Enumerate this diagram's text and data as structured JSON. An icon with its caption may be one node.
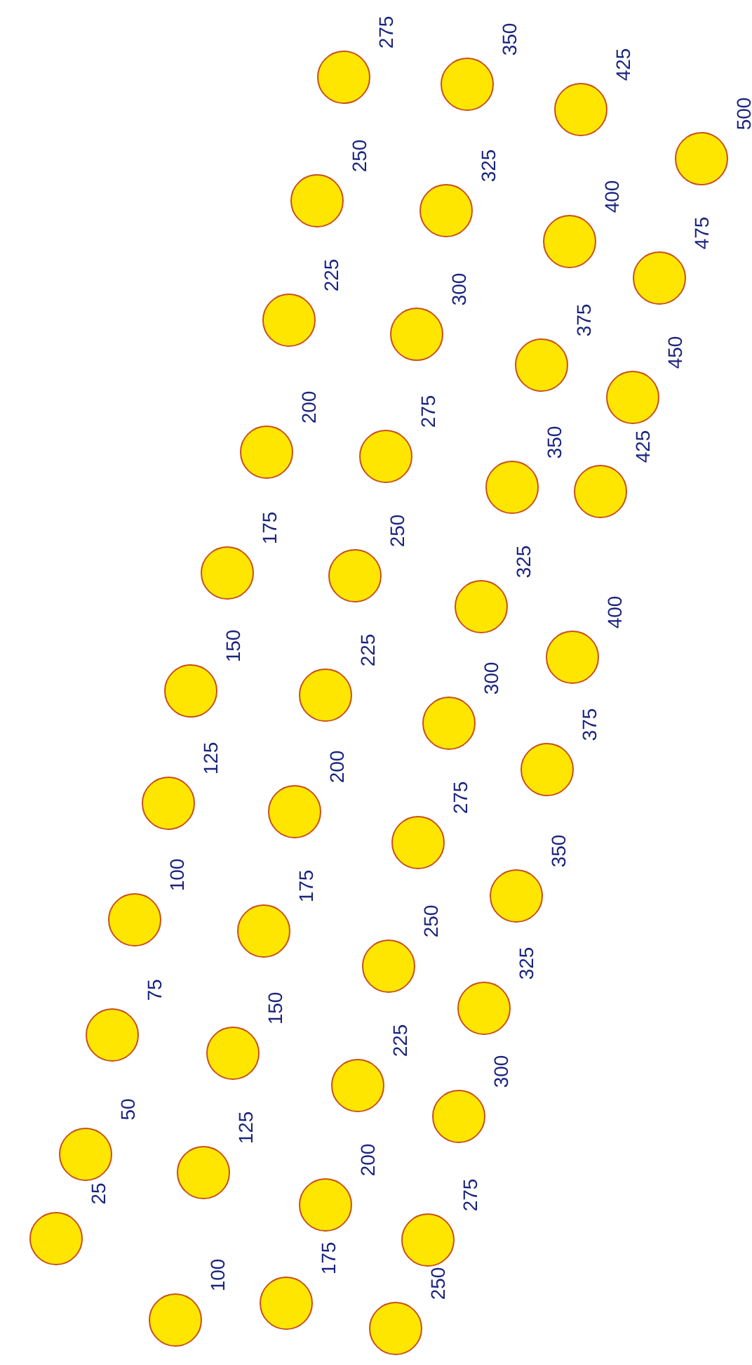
{
  "diagram": {
    "nodes": [
      {
        "text": [],
        "shape": "circle",
        "beside": [
          "25"
        ]
      },
      {
        "text": [],
        "shape": "circle",
        "beside": [
          "50"
        ]
      },
      {
        "text": [],
        "shape": "circle",
        "beside": [
          "75"
        ]
      },
      {
        "text": [],
        "shape": "circle",
        "beside": [
          "100"
        ]
      },
      {
        "text": [],
        "shape": "circle",
        "beside": [
          "125"
        ]
      },
      {
        "text": [],
        "shape": "circle",
        "beside": [
          "150"
        ]
      },
      {
        "text": [],
        "shape": "circle",
        "beside": [
          "175"
        ]
      },
      {
        "text": [],
        "shape": "circle",
        "beside": [
          "200"
        ]
      },
      {
        "text": [],
        "shape": "circle",
        "beside": [
          "225"
        ]
      },
      {
        "text": [],
        "shape": "circle",
        "beside": [
          "250"
        ]
      },
      {
        "text": [],
        "shape": "circle",
        "beside": [
          "275"
        ]
      },
      {
        "text": [],
        "shape": "circle",
        "beside": [
          "100"
        ]
      },
      {
        "text": [],
        "shape": "circle",
        "beside": [
          "125"
        ]
      },
      {
        "text": [],
        "shape": "circle",
        "beside": [
          "150"
        ]
      },
      {
        "text": [],
        "shape": "circle",
        "beside": [
          "175"
        ]
      },
      {
        "text": [],
        "shape": "circle",
        "beside": [
          "200"
        ]
      },
      {
        "text": [],
        "shape": "circle",
        "beside": [
          "225"
        ]
      },
      {
        "text": [],
        "shape": "circle",
        "beside": [
          "250"
        ]
      },
      {
        "text": [],
        "shape": "circle",
        "beside": [
          "275"
        ]
      },
      {
        "text": [],
        "shape": "circle",
        "beside": [
          "300"
        ]
      },
      {
        "text": [],
        "shape": "circle",
        "beside": [
          "325"
        ]
      },
      {
        "text": [],
        "shape": "circle",
        "beside": [
          "350"
        ]
      },
      {
        "text": [],
        "shape": "circle",
        "beside": [
          "175"
        ]
      },
      {
        "text": [],
        "shape": "circle",
        "beside": [
          "200"
        ]
      },
      {
        "text": [],
        "shape": "circle",
        "beside": [
          "225"
        ]
      },
      {
        "text": [],
        "shape": "circle",
        "beside": [
          "250"
        ]
      },
      {
        "text": [],
        "shape": "circle",
        "beside": [
          "275"
        ]
      },
      {
        "text": [],
        "shape": "circle",
        "beside": [
          "300"
        ]
      },
      {
        "text": [],
        "shape": "circle",
        "beside": [
          "325"
        ]
      },
      {
        "text": [],
        "shape": "circle",
        "beside": [
          "350"
        ]
      },
      {
        "text": [],
        "shape": "circle",
        "beside": [
          "375"
        ]
      },
      {
        "text": [],
        "shape": "circle",
        "beside": [
          "400"
        ]
      },
      {
        "text": [],
        "shape": "circle",
        "beside": [
          "425"
        ]
      },
      {
        "text": [],
        "shape": "circle",
        "beside": [
          "250"
        ]
      },
      {
        "text": [],
        "shape": "circle",
        "beside": [
          "275"
        ]
      },
      {
        "text": [],
        "shape": "circle",
        "beside": [
          "300"
        ]
      },
      {
        "text": [],
        "shape": "circle",
        "beside": [
          "325"
        ]
      },
      {
        "text": [],
        "shape": "circle",
        "beside": [
          "350"
        ]
      },
      {
        "text": [],
        "shape": "circle",
        "beside": [
          "375"
        ]
      },
      {
        "text": [],
        "shape": "circle",
        "beside": [
          "400"
        ]
      },
      {
        "text": [],
        "shape": "circle",
        "beside": [
          "425"
        ]
      },
      {
        "text": [],
        "shape": "circle",
        "beside": [
          "450"
        ]
      },
      {
        "text": [],
        "shape": "circle",
        "beside": [
          "475"
        ]
      },
      {
        "text": [],
        "shape": "circle",
        "beside": [
          "500"
        ]
      }
    ]
  }
}
